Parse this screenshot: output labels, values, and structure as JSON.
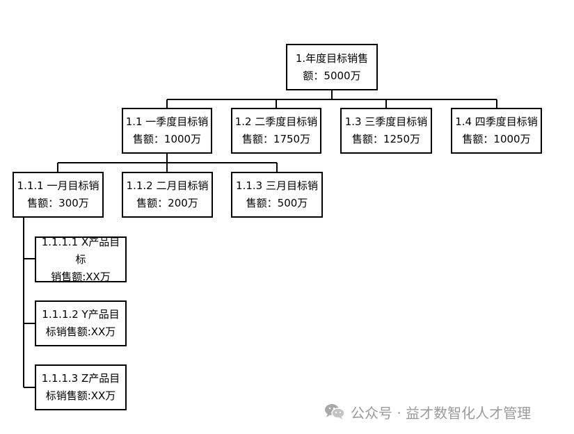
{
  "nodes": {
    "root": {
      "line1": "1.年度目标销售",
      "line2": "额：5000万"
    },
    "q1": {
      "line1": "1.1 一季度目标销",
      "line2": "售额：1000万"
    },
    "q2": {
      "line1": "1.2 二季度目标销",
      "line2": "售额：1750万"
    },
    "q3": {
      "line1": "1.3 三季度目标销",
      "line2": "售额：1250万"
    },
    "q4": {
      "line1": "1.4 四季度目标销",
      "line2": "售额：1000万"
    },
    "m1": {
      "line1": "1.1.1 一月目标销",
      "line2": "售额：300万"
    },
    "m2": {
      "line1": "1.1.2 二月目标销",
      "line2": "售额：200万"
    },
    "m3": {
      "line1": "1.1.3 三月目标销",
      "line2": "售额：500万"
    },
    "px": {
      "line1": "1.1.1.1 X产品目标",
      "line2": "销售额:XX万"
    },
    "py": {
      "line1": "1.1.1.2 Y产品目",
      "line2": "标销售额:XX万"
    },
    "pz": {
      "line1": "1.1.1.3 Z产品目",
      "line2": "标销售额:XX万"
    }
  },
  "watermark": {
    "text": "公众号 · 益才数智化人才管理",
    "icon": "wechat-icon"
  }
}
